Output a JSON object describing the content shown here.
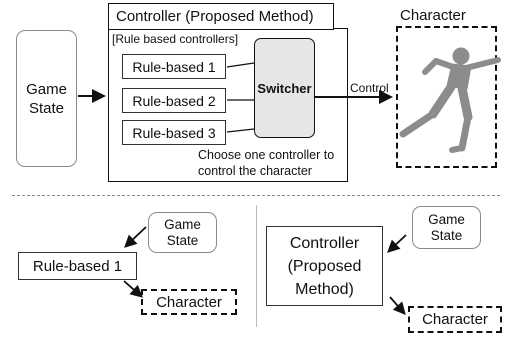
{
  "top": {
    "game_state": "Game\nState",
    "controller_title": "Controller (Proposed Method)",
    "rule_group_label": "[Rule based controllers]",
    "rules": [
      "Rule-based 1",
      "Rule-based 2",
      "Rule-based 3"
    ],
    "switcher": "Switcher",
    "control_label": "Control",
    "character_label": "Character",
    "caption": "Choose one controller to\ncontrol the character"
  },
  "bottom_left": {
    "game_state": "Game\nState",
    "rule": "Rule-based 1",
    "character": "Character"
  },
  "bottom_right": {
    "game_state": "Game\nState",
    "controller": "Controller\n(Proposed\nMethod)",
    "character": "Character"
  },
  "colors": {
    "stroke": "#111111",
    "round_box_border": "#8a8a8a",
    "switcher_fill": "#e6e6e6",
    "figure_fill": "#8c8c8c",
    "divider": "#888888"
  },
  "icons": [
    "fighter-figure-icon"
  ]
}
